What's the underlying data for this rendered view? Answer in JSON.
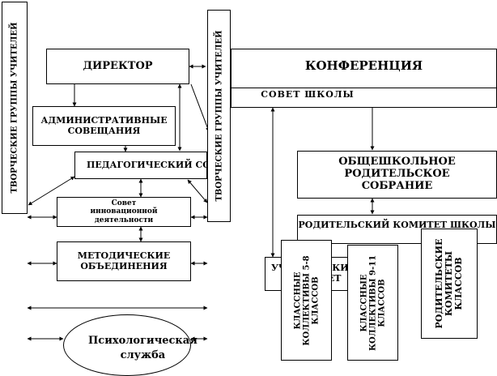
{
  "director": "ДИРЕКТОР",
  "admin_meetings": "АДМИНИСТРАТИВНЫЕ СОВЕЩАНИЯ",
  "ped_council": "ПЕДАГОГИЧЕСКИЙ СОВЕТ",
  "innovation_council": "Совет инновационной деятельности",
  "method_associations": "МЕТОДИЧЕСКИЕ ОБЪЕДИНЕНИЯ",
  "psych_service": "Психологическая\nслужба",
  "creative_groups_left": "ТВОРЧЕСКИЕ ГРУППЫ УЧИТЕЛЕЙ",
  "creative_groups_right": "ТВОРЧЕСКИЕ ГРУППЫ УЧИТЕЛЕЙ",
  "conference": "КОНФЕРЕНЦИЯ",
  "school_council": "СОВЕТ ШКОЛЫ",
  "parents_meeting": "ОБЩЕШКОЛЬНОЕ РОДИТЕЛЬСКОЕ СОБРАНИЕ",
  "parents_committee": "РОДИТЕЛЬСКИЙ КОМИТЕТ ШКОЛЫ",
  "student_self_gov": "УЧЕНИЧЕСКИЙ КОМИТЕТ",
  "class_5_8": "КЛАССНЫЕ КОЛЛЕКТИВЫ 5-8 КЛАССОВ",
  "class_9_11": "КЛАССНЫЕ КОЛЛЕКТИВЫ 9-11 КЛАССОВ",
  "class_parent_committees": "РОДИТЕЛЬСКИЕ КОМИТЕТЫ КЛАССОВ"
}
